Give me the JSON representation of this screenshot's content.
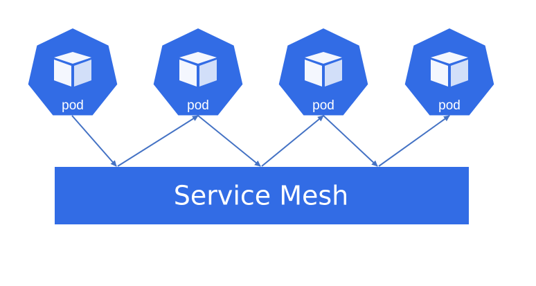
{
  "colors": {
    "pod_fill": "#326ce5",
    "pod_label": "#ffffff",
    "cube_face": "#ffffff",
    "mesh_fill": "#326ce5",
    "mesh_label": "#ffffff",
    "arrow": "#4472c4"
  },
  "pods": [
    {
      "label": "pod",
      "icon": "cube-icon"
    },
    {
      "label": "pod",
      "icon": "cube-icon"
    },
    {
      "label": "pod",
      "icon": "cube-icon"
    },
    {
      "label": "pod",
      "icon": "cube-icon"
    }
  ],
  "service_mesh": {
    "label": "Service Mesh"
  },
  "connections": [
    {
      "from": "pod-1",
      "to": "service-mesh"
    },
    {
      "from": "service-mesh",
      "to": "pod-2"
    },
    {
      "from": "pod-2",
      "to": "service-mesh"
    },
    {
      "from": "service-mesh",
      "to": "pod-3"
    },
    {
      "from": "pod-3",
      "to": "service-mesh"
    },
    {
      "from": "service-mesh",
      "to": "pod-4"
    }
  ]
}
